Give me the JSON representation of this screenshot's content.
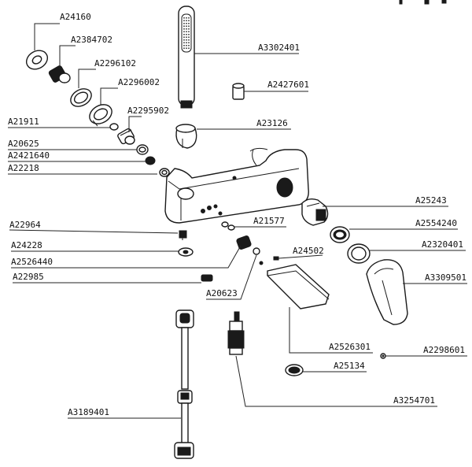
{
  "labels": {
    "A24160": "A24160",
    "A2384702": "A2384702",
    "A2296102": "A2296102",
    "A2296002": "A2296002",
    "A21911": "A21911",
    "A2295902": "A2295902",
    "A20625": "A20625",
    "A2421640": "A2421640",
    "A22218": "A22218",
    "A3302401": "A3302401",
    "A2427601": "A2427601",
    "A23126": "A23126",
    "A25243": "A25243",
    "A2554240": "A2554240",
    "A2320401": "A2320401",
    "A22964": "A22964",
    "A21577": "A21577",
    "A24228": "A24228",
    "A2526440": "A2526440",
    "A24502": "A24502",
    "A22985": "A22985",
    "A20623": "A20623",
    "A3309501": "A3309501",
    "A2526301": "A2526301",
    "A2298601": "A2298601",
    "A25134": "A25134",
    "A3254701": "A3254701",
    "A3189401": "A3189401"
  }
}
